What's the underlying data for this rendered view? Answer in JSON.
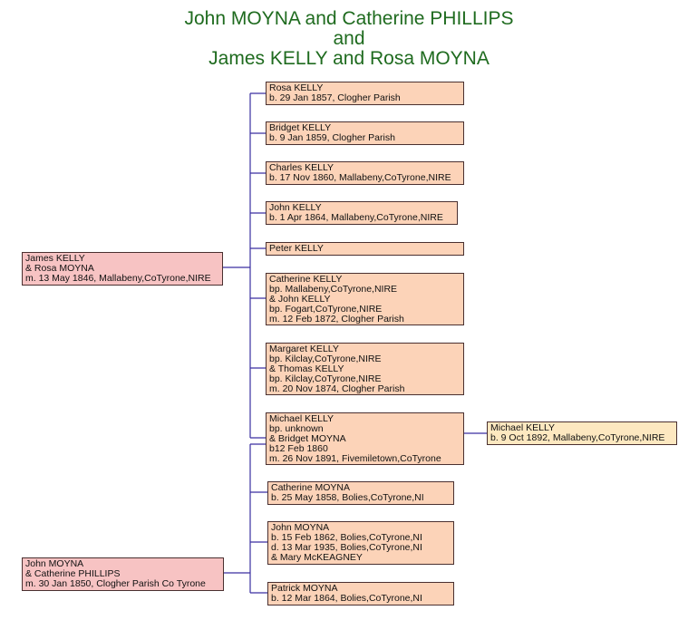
{
  "title": [
    "John MOYNA and Catherine PHILLIPS",
    "and",
    "James KELLY and Rosa MOYNA"
  ],
  "couples": [
    {
      "lines": [
        "James KELLY",
        "& Rosa MOYNA",
        "m. 13 May 1846, Mallabeny,CoTyrone,NIRE"
      ]
    },
    {
      "lines": [
        "John MOYNA",
        "& Catherine PHILLIPS",
        "m. 30 Jan 1850, Clogher Parish Co Tyrone"
      ]
    }
  ],
  "kelly_children": [
    {
      "lines": [
        "Rosa KELLY",
        "b. 29 Jan 1857, Clogher Parish"
      ]
    },
    {
      "lines": [
        "Bridget KELLY",
        "b. 9 Jan 1859, Clogher Parish"
      ]
    },
    {
      "lines": [
        "Charles KELLY",
        "b. 17 Nov 1860, Mallabeny,CoTyrone,NIRE"
      ]
    },
    {
      "lines": [
        "John KELLY",
        "b. 1 Apr 1864, Mallabeny,CoTyrone,NIRE"
      ]
    },
    {
      "lines": [
        "Peter KELLY"
      ]
    },
    {
      "lines": [
        "Catherine KELLY",
        "bp. Mallabeny,CoTyrone,NIRE",
        "& John KELLY",
        "bp. Fogart,CoTyrone,NIRE",
        "m. 12 Feb 1872, Clogher Parish"
      ]
    },
    {
      "lines": [
        "Margaret KELLY",
        "bp. Kilclay,CoTyrone,NIRE",
        "& Thomas KELLY",
        "bp. Kilclay,CoTyrone,NIRE",
        "m. 20 Nov 1874, Clogher Parish"
      ]
    },
    {
      "lines": [
        "Michael KELLY",
        "bp. unknown",
        "& Bridget MOYNA",
        "b12 Feb 1860",
        "m. 26 Nov 1891, Fivemiletown,CoTyrone"
      ]
    }
  ],
  "moyna_children": [
    {
      "lines": [
        "Catherine MOYNA",
        "b. 25 May 1858, Bolies,CoTyrone,NI"
      ]
    },
    {
      "lines": [
        "John MOYNA",
        "b. 15 Feb 1862, Bolies,CoTyrone,NI",
        "d. 13 Mar 1935, Bolies,CoTyrone,NI",
        "& Mary McKEAGNEY"
      ]
    },
    {
      "lines": [
        "Patrick MOYNA",
        "b. 12 Mar 1864, Bolies,CoTyrone,NI"
      ]
    }
  ],
  "grandchildren": [
    {
      "lines": [
        "Michael KELLY",
        "b. 9 Oct 1892, Mallabeny,CoTyrone,NIRE"
      ]
    }
  ],
  "colors": {
    "title": "#1f6b1f",
    "child_box": "#fcd3b8",
    "couple_box": "#f7c3c3",
    "grandchild_box": "#fde8c0",
    "connector": "#3a2fa0"
  }
}
